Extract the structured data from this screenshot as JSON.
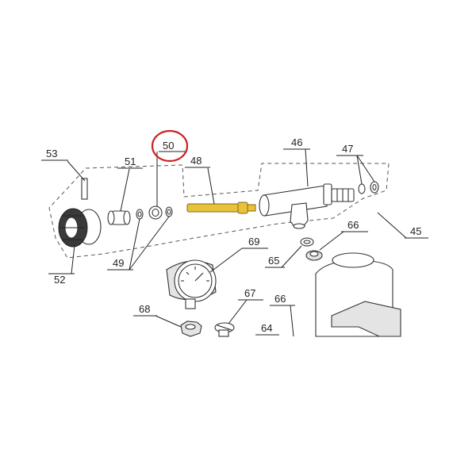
{
  "labels": {
    "l53": "53",
    "l51": "51",
    "l50": "50",
    "l48": "48",
    "l46": "46",
    "l47": "47",
    "l45": "45",
    "l66a": "66",
    "l52": "52",
    "l49": "49",
    "l69": "69",
    "l65": "65",
    "l67": "67",
    "l66b": "66",
    "l68": "68",
    "l64": "64"
  },
  "colors": {
    "highlight_circle": "#cc2222",
    "highlighted_part": "#e8c23a",
    "line": "#222222"
  },
  "highlighted_item": "50"
}
